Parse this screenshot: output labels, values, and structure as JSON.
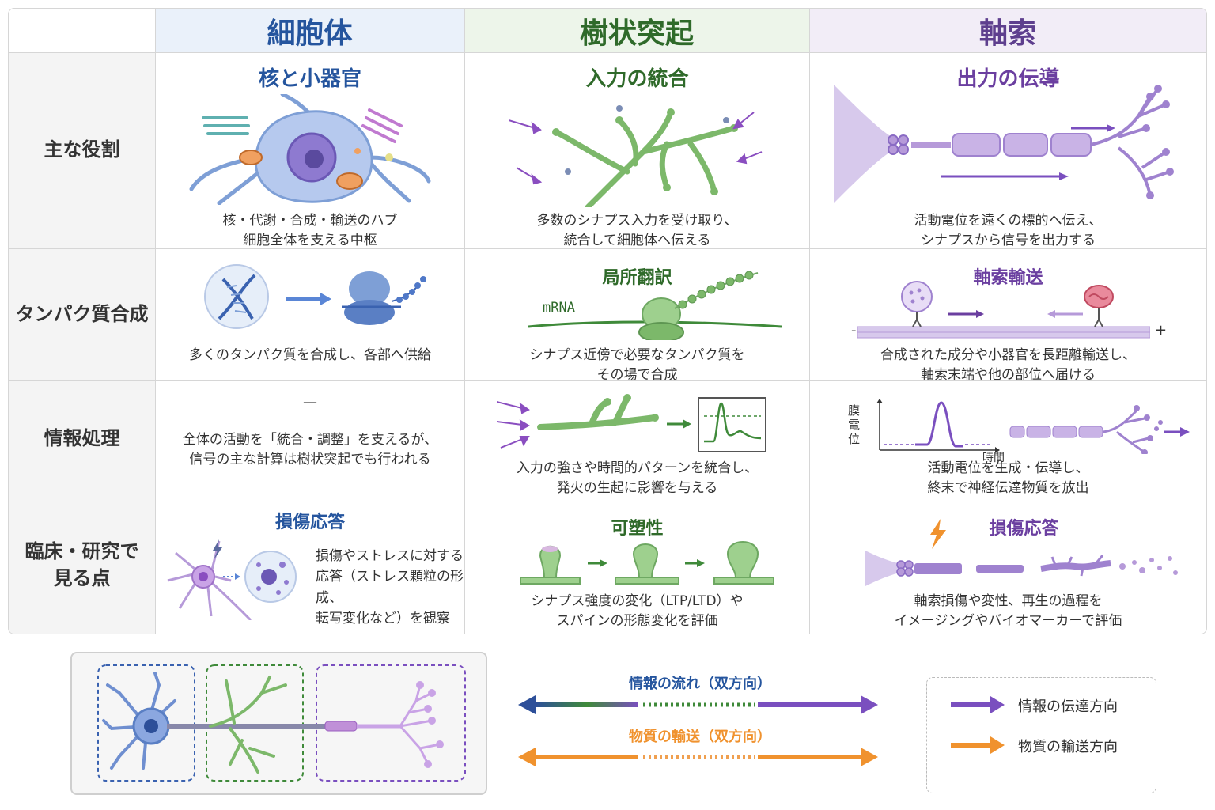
{
  "columns": {
    "soma": "細胞体",
    "dendrite": "樹状突起",
    "axon": "軸索"
  },
  "rows": {
    "role": "主な役割",
    "protein": "タンパク質合成",
    "info": "情報処理",
    "clinical_1": "臨床・研究で",
    "clinical_2": "見る点"
  },
  "cells": {
    "role_soma": {
      "title": "核と小器官",
      "line1": "核・代謝・合成・輸送のハブ",
      "line2": "細胞全体を支える中枢"
    },
    "role_dendrite": {
      "title": "入力の統合",
      "line1": "多数のシナプス入力を受け取り、",
      "line2": "統合して細胞体へ伝える"
    },
    "role_axon": {
      "title": "出力の伝導",
      "line1": "活動電位を遠くの標的へ伝え、",
      "line2": "シナプスから信号を出力する"
    },
    "protein_soma": {
      "line1": "多くのタンパク質を合成し、各部へ供給"
    },
    "protein_dendrite": {
      "title": "局所翻訳",
      "mrna": "mRNA",
      "line1": "シナプス近傍で必要なタンパク質を",
      "line2": "その場で合成"
    },
    "protein_axon": {
      "title": "軸索輸送",
      "minus": "-",
      "plus": "+",
      "line1": "合成された成分や小器官を長距離輸送し、",
      "line2": "軸索末端や他の部位へ届ける"
    },
    "info_soma": {
      "dash": "—",
      "line1": "全体の活動を「統合・調整」を支えるが、",
      "line2": "信号の主な計算は樹状突起でも行われる"
    },
    "info_dendrite": {
      "line1": "入力の強さや時間的パターンを統合し、",
      "line2": "発火の生起に影響を与える"
    },
    "info_axon": {
      "ylabel_1": "膜",
      "ylabel_2": "電",
      "ylabel_3": "位",
      "xlabel": "時間",
      "line1": "活動電位を生成・伝導し、",
      "line2": "終末で神経伝達物質を放出"
    },
    "clinical_soma": {
      "title": "損傷応答",
      "line1": "損傷やストレスに対する",
      "line2": "応答（ストレス顆粒の形成、",
      "line3": "転写変化など）を観察"
    },
    "clinical_dendrite": {
      "title": "可塑性",
      "line1": "シナプス強度の変化（LTP/LTD）や",
      "line2": "スパインの形態変化を評価"
    },
    "clinical_axon": {
      "title": "損傷応答",
      "line1": "軸索損傷や変性、再生の過程を",
      "line2": "イメージングやバイオマーカーで評価"
    }
  },
  "legend": {
    "info_flow": "情報の流れ（双方向）",
    "material_flow": "物質の輸送（双方向）",
    "key_info": "情報の伝達方向",
    "key_material": "物質の輸送方向"
  },
  "colors": {
    "soma": "#25559e",
    "dendrite": "#2f6a2a",
    "axon": "#6b3fa0",
    "orange": "#f0922e"
  }
}
